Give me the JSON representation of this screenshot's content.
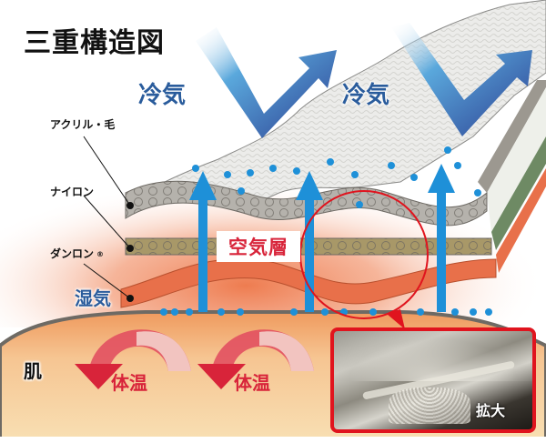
{
  "title": "三重構造図",
  "cold_air_labels": [
    "冷気",
    "冷気"
  ],
  "layers": [
    {
      "label": "アクリル・毛",
      "color": "#b5b2ac"
    },
    {
      "label": "ナイロン",
      "color": "#a09c92"
    },
    {
      "label": "ダンロン",
      "registered_mark": "®",
      "color": "#8a8a5a"
    },
    {
      "label": "",
      "color": "#e8704a"
    }
  ],
  "moisture_label": "湿気",
  "air_layer_label": "空気層",
  "skin_label": "肌",
  "body_heat_labels": [
    "体温",
    "体温"
  ],
  "zoom_inset_label": "拡大",
  "colors": {
    "cold_air_blue": "#2a5c9c",
    "arrow_blue": "#1e90d8",
    "accent_red": "#d8243a",
    "inset_border": "#e0141e",
    "skin": "#f6d6a6",
    "warm_gradient": "#ee8a60"
  }
}
